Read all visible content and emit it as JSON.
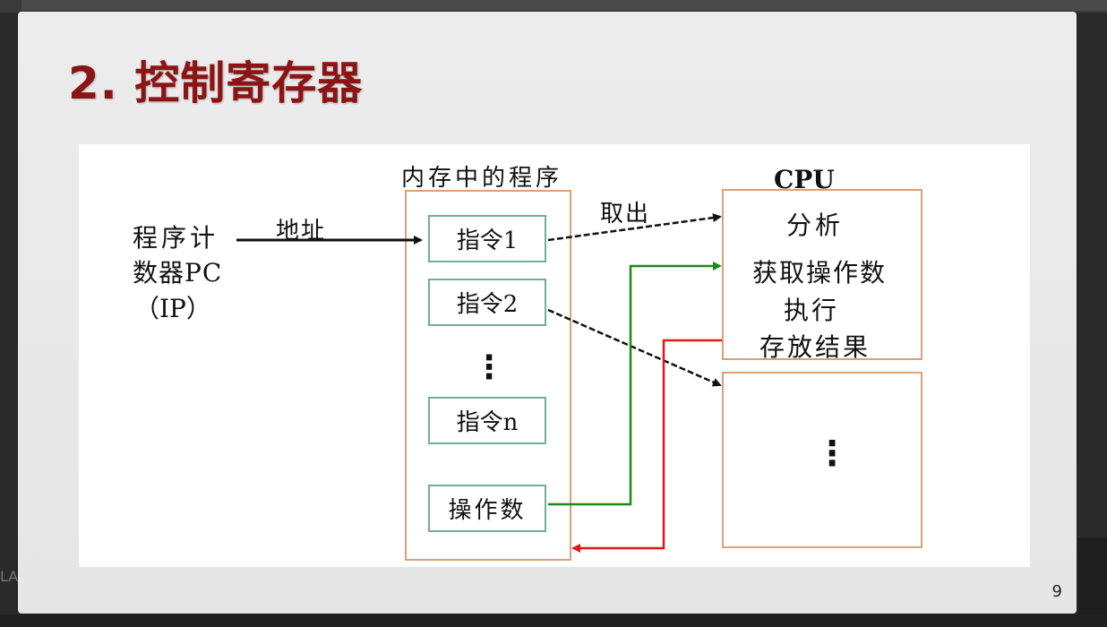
{
  "slide": {
    "title": "2. 控制寄存器",
    "page_number": "9"
  },
  "diagram": {
    "pc_label_line1": "程序计",
    "pc_label_line2": "数器PC",
    "pc_label_line3": "（IP）",
    "address_label": "地址",
    "memory_title": "内存中的程序",
    "instructions": [
      "指令1",
      "指令2",
      "⋮",
      "指令n",
      "操作数"
    ],
    "fetch_label": "取出",
    "cpu_title": "CPU",
    "cpu_steps": [
      "分析",
      "获取操作数",
      "执行",
      "存放结果"
    ],
    "lower_box_dots": "⋮"
  },
  "overlay": {
    "left_edge_text": "LA"
  },
  "colors": {
    "title": "#8b1414",
    "memory_border": "#d9a07a",
    "instruction_border": "#6fae9a",
    "green_arrow": "#1a8a1a",
    "red_arrow": "#e01818",
    "black_arrow": "#111111"
  }
}
